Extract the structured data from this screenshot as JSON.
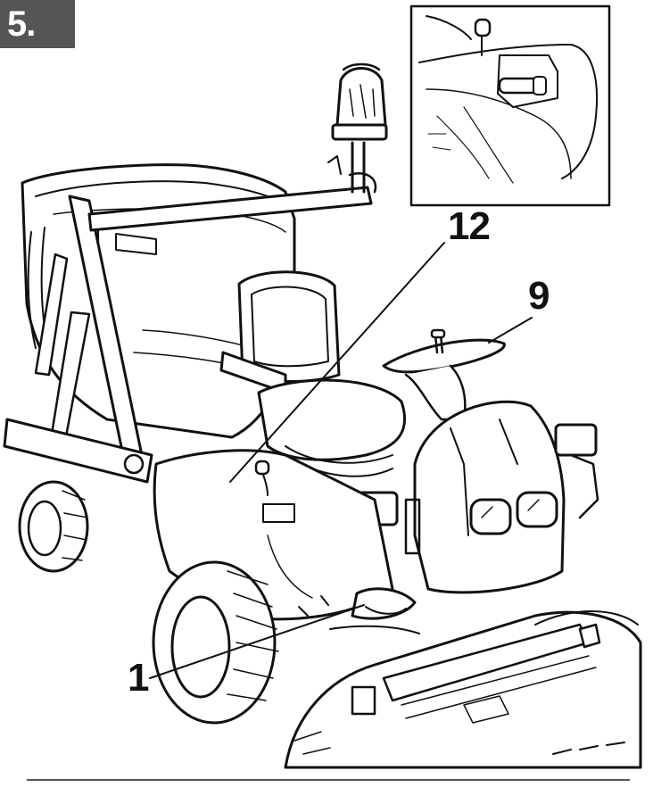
{
  "step": {
    "label": "5."
  },
  "callouts": [
    {
      "id": "c12",
      "label": "12"
    },
    {
      "id": "c9",
      "label": "9"
    },
    {
      "id": "c1",
      "label": "1"
    }
  ],
  "colors": {
    "badge": "#555555",
    "ink": "#111111",
    "rule": "#555555"
  }
}
